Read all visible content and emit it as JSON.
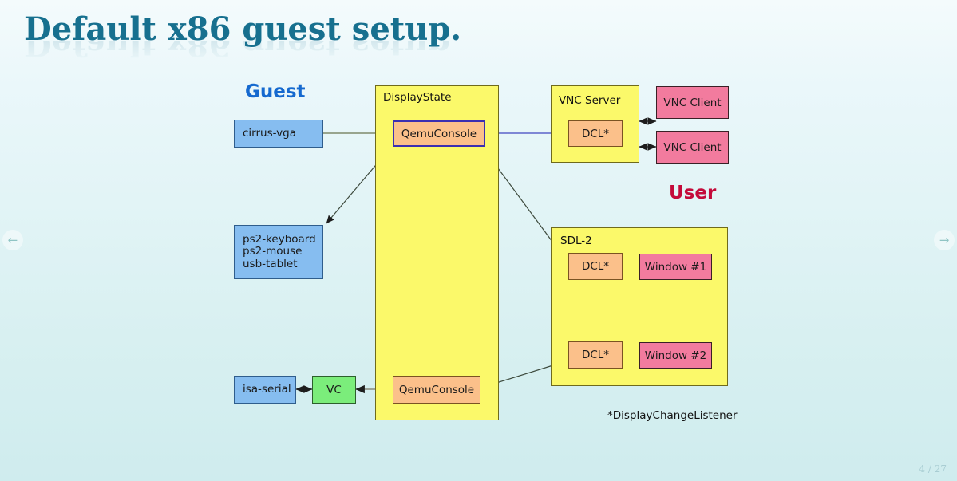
{
  "slide": {
    "title": "Default x86 guest setup.",
    "footnote": "*DisplayChangeListener",
    "page_indicator": "4 / 27",
    "nav": {
      "prev_icon": "←",
      "next_icon": "→"
    },
    "colors": {
      "title": "#17708f",
      "guest_label": "#1569cf",
      "user_label": "#c40a3a",
      "device_box": "#86bdf0",
      "vc_box": "#7bed7b",
      "console_box": "#fbc08a",
      "client_box": "#f27b9e",
      "container_box": "#fbf96a"
    }
  },
  "diagram": {
    "zones": [
      {
        "id": "guest",
        "label": "Guest"
      },
      {
        "id": "user",
        "label": "User"
      }
    ],
    "containers": [
      {
        "id": "displaystate",
        "label": "DisplayState"
      },
      {
        "id": "vnc_server",
        "label": "VNC Server"
      },
      {
        "id": "sdl2",
        "label": "SDL-2"
      }
    ],
    "nodes": [
      {
        "id": "cirrus_vga",
        "label": "cirrus-vga"
      },
      {
        "id": "input_devices",
        "label": "ps2-keyboard\nps2-mouse\nusb-tablet",
        "lines": [
          "ps2-keyboard",
          "ps2-mouse",
          "usb-tablet"
        ]
      },
      {
        "id": "isa_serial",
        "label": "isa-serial"
      },
      {
        "id": "vc",
        "label": "VC"
      },
      {
        "id": "qemuconsole_1",
        "label": "QemuConsole"
      },
      {
        "id": "qemuconsole_2",
        "label": "QemuConsole"
      },
      {
        "id": "dcl_vnc",
        "label": "DCL*"
      },
      {
        "id": "dcl_sdl_1",
        "label": "DCL*"
      },
      {
        "id": "dcl_sdl_2",
        "label": "DCL*"
      },
      {
        "id": "vnc_client_1",
        "label": "VNC Client"
      },
      {
        "id": "vnc_client_2",
        "label": "VNC Client"
      },
      {
        "id": "window_1",
        "label": "Window #1"
      },
      {
        "id": "window_2",
        "label": "Window #2"
      }
    ]
  }
}
